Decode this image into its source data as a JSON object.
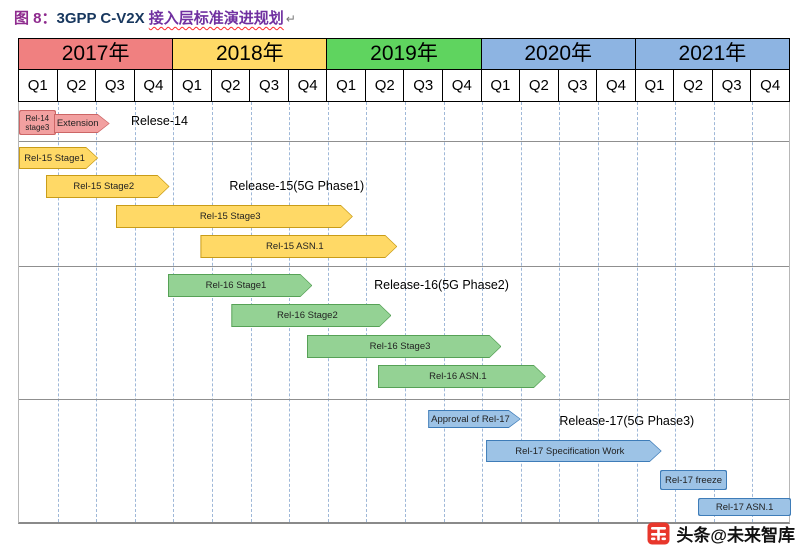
{
  "title": {
    "figure_label": "图 8：",
    "main_text": "3GPP C-V2X ",
    "suffix_text": "接入层标准演进规划",
    "return_mark": "↵"
  },
  "watermark": {
    "text": "头条@未来智库"
  },
  "timeline": {
    "years": [
      {
        "label": "2017年",
        "color": "#f08080"
      },
      {
        "label": "2018年",
        "color": "#ffd966"
      },
      {
        "label": "2019年",
        "color": "#5fd45f"
      },
      {
        "label": "2020年",
        "color": "#8db4e2"
      },
      {
        "label": "2021年",
        "color": "#8db4e2"
      }
    ],
    "quarter_labels": [
      "Q1",
      "Q2",
      "Q3",
      "Q4"
    ]
  },
  "chart_data": {
    "type": "bar",
    "subtype": "gantt-timeline",
    "title": "3GPP C-V2X 接入层标准演进规划",
    "x_axis": {
      "unit": "quarters",
      "start_label": "2017 Q1",
      "end_label": "2021 Q4",
      "total_quarters": 20
    },
    "grid": {
      "vertical_dashed": true,
      "gridline_color": "#9fb8d8"
    },
    "groups": {
      "rel14": {
        "fill": "#f2a0a0",
        "border": "#cc6666"
      },
      "rel15": {
        "fill": "#ffd966",
        "border": "#c99c17"
      },
      "rel16": {
        "fill": "#94d294",
        "border": "#56a156"
      },
      "rel17": {
        "fill": "#9dc3e6",
        "border": "#3e7cb8"
      }
    },
    "tasks": [
      {
        "label": "Rel-14 stage3",
        "group": "rel14",
        "row": 0,
        "start": 0.0,
        "end": 0.95,
        "shape": "rect",
        "small": true
      },
      {
        "label": "Extension",
        "group": "rel14",
        "row": 0,
        "start": 0.9,
        "end": 2.35,
        "shape": "arrow",
        "thin": true
      },
      {
        "label": "Rel-15 Stage1",
        "group": "rel15",
        "row": 1,
        "start": 0.0,
        "end": 2.05,
        "shape": "arrow"
      },
      {
        "label": "Rel-15 Stage2",
        "group": "rel15",
        "row": 2,
        "start": 0.7,
        "end": 3.9,
        "shape": "arrow"
      },
      {
        "label": "Rel-15 Stage3",
        "group": "rel15",
        "row": 3,
        "start": 2.5,
        "end": 8.65,
        "shape": "arrow"
      },
      {
        "label": "Rel-15 ASN.1",
        "group": "rel15",
        "row": 4,
        "start": 4.7,
        "end": 9.8,
        "shape": "arrow"
      },
      {
        "label": "Rel-16 Stage1",
        "group": "rel16",
        "row": 5,
        "start": 3.85,
        "end": 7.6,
        "shape": "arrow"
      },
      {
        "label": "Rel-16 Stage2",
        "group": "rel16",
        "row": 6,
        "start": 5.5,
        "end": 9.65,
        "shape": "arrow"
      },
      {
        "label": "Rel-16 Stage3",
        "group": "rel16",
        "row": 7,
        "start": 7.45,
        "end": 12.5,
        "shape": "arrow"
      },
      {
        "label": "Rel-16 ASN.1",
        "group": "rel16",
        "row": 8,
        "start": 9.3,
        "end": 13.65,
        "shape": "arrow"
      },
      {
        "label": "Approval of Rel-17",
        "group": "rel17",
        "row": 9,
        "start": 10.6,
        "end": 13.0,
        "shape": "arrow"
      },
      {
        "label": "Rel-17 Specification Work",
        "group": "rel17",
        "row": 10,
        "start": 12.1,
        "end": 16.65,
        "shape": "arrow"
      },
      {
        "label": "Rel-17 freeze",
        "group": "rel17",
        "row": 11,
        "start": 16.6,
        "end": 18.35,
        "shape": "rect"
      },
      {
        "label": "Rel-17 ASN.1",
        "group": "rel17",
        "row": 12,
        "start": 17.6,
        "end": 20.0,
        "shape": "rect"
      }
    ],
    "annotations": [
      {
        "text": "Relese-14",
        "q": 2.9,
        "row": 0
      },
      {
        "text": "Release-15(5G Phase1)",
        "q": 5.45,
        "row": 2
      },
      {
        "text": "Release-16(5G Phase2)",
        "q": 9.2,
        "row": 5
      },
      {
        "text": "Release-17(5G Phase3)",
        "q": 14.0,
        "row": 9
      }
    ],
    "section_dividers_after_rows": [
      0,
      4,
      8
    ]
  }
}
